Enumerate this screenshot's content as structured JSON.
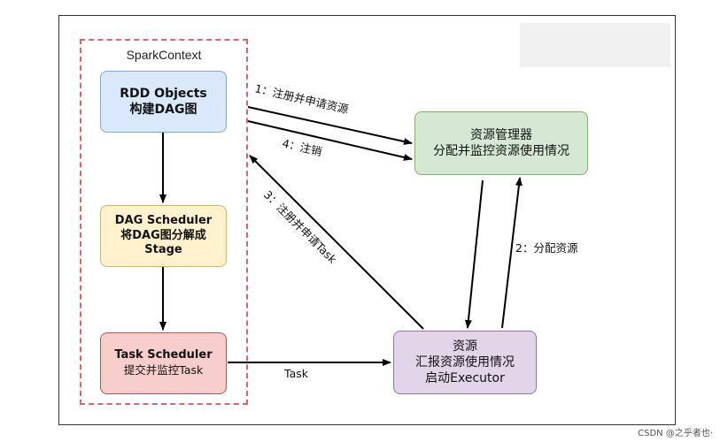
{
  "context": {
    "title": "SparkContext"
  },
  "nodes": {
    "rdd": {
      "line1": "RDD Objects",
      "line2": "构建DAG图"
    },
    "dag": {
      "line1": "DAG Scheduler",
      "line2": "将DAG图分解成",
      "line3": "Stage"
    },
    "task": {
      "line1": "Task Scheduler",
      "line2": "提交并监控Task"
    },
    "resource_manager": {
      "line1": "资源管理器",
      "line2": "分配并监控资源使用情况"
    },
    "executor": {
      "line1": "资源",
      "line2": "汇报资源使用情况",
      "line3": "启动Executor"
    }
  },
  "edges": {
    "register": "1：注册并申请资源",
    "allocate": "2：分配资源",
    "register_task": "3：注册并申请Task",
    "deregister": "4：注销",
    "task": "Task"
  },
  "colors": {
    "rdd_fill": "#dae8fc",
    "dag_fill": "#fff2cc",
    "task_fill": "#f8cecc",
    "resource_manager_fill": "#d5e8d4",
    "executor_fill": "#e1d5e7",
    "context_border": "#e06666"
  },
  "watermark": "CSDN @之乎者也·"
}
